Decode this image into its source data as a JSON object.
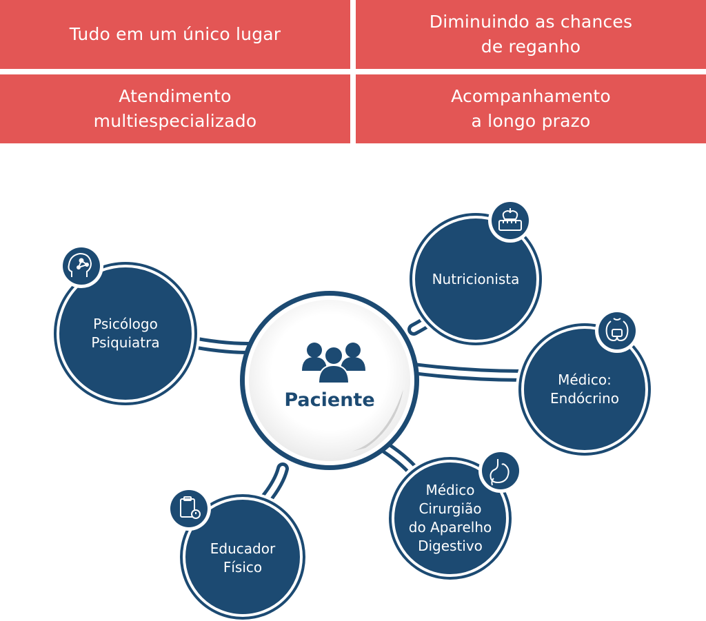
{
  "tiles": [
    {
      "text": "Tudo em um único lugar"
    },
    {
      "text": "Diminuindo as chances\nde reganho"
    },
    {
      "text": "Atendimento\nmultiespecializado"
    },
    {
      "text": "Acompanhamento\na longo prazo"
    }
  ],
  "center": {
    "label": "Paciente",
    "icon": "people-group-icon"
  },
  "nodes": [
    {
      "label": "Psicólogo\nPsiquiatra",
      "icon": "brain-network-icon"
    },
    {
      "label": "Nutricionista",
      "icon": "apple-scale-icon"
    },
    {
      "label": "Médico:\nEndócrino",
      "icon": "thyroid-icon"
    },
    {
      "label": "Médico\nCirurgião\ndo Aparelho\nDigestivo",
      "icon": "stomach-icon"
    },
    {
      "label": "Educador\nFísico",
      "icon": "clipboard-stopwatch-icon"
    }
  ],
  "colors": {
    "accent": "#e35655",
    "navy": "#1c4a72",
    "white": "#ffffff"
  }
}
